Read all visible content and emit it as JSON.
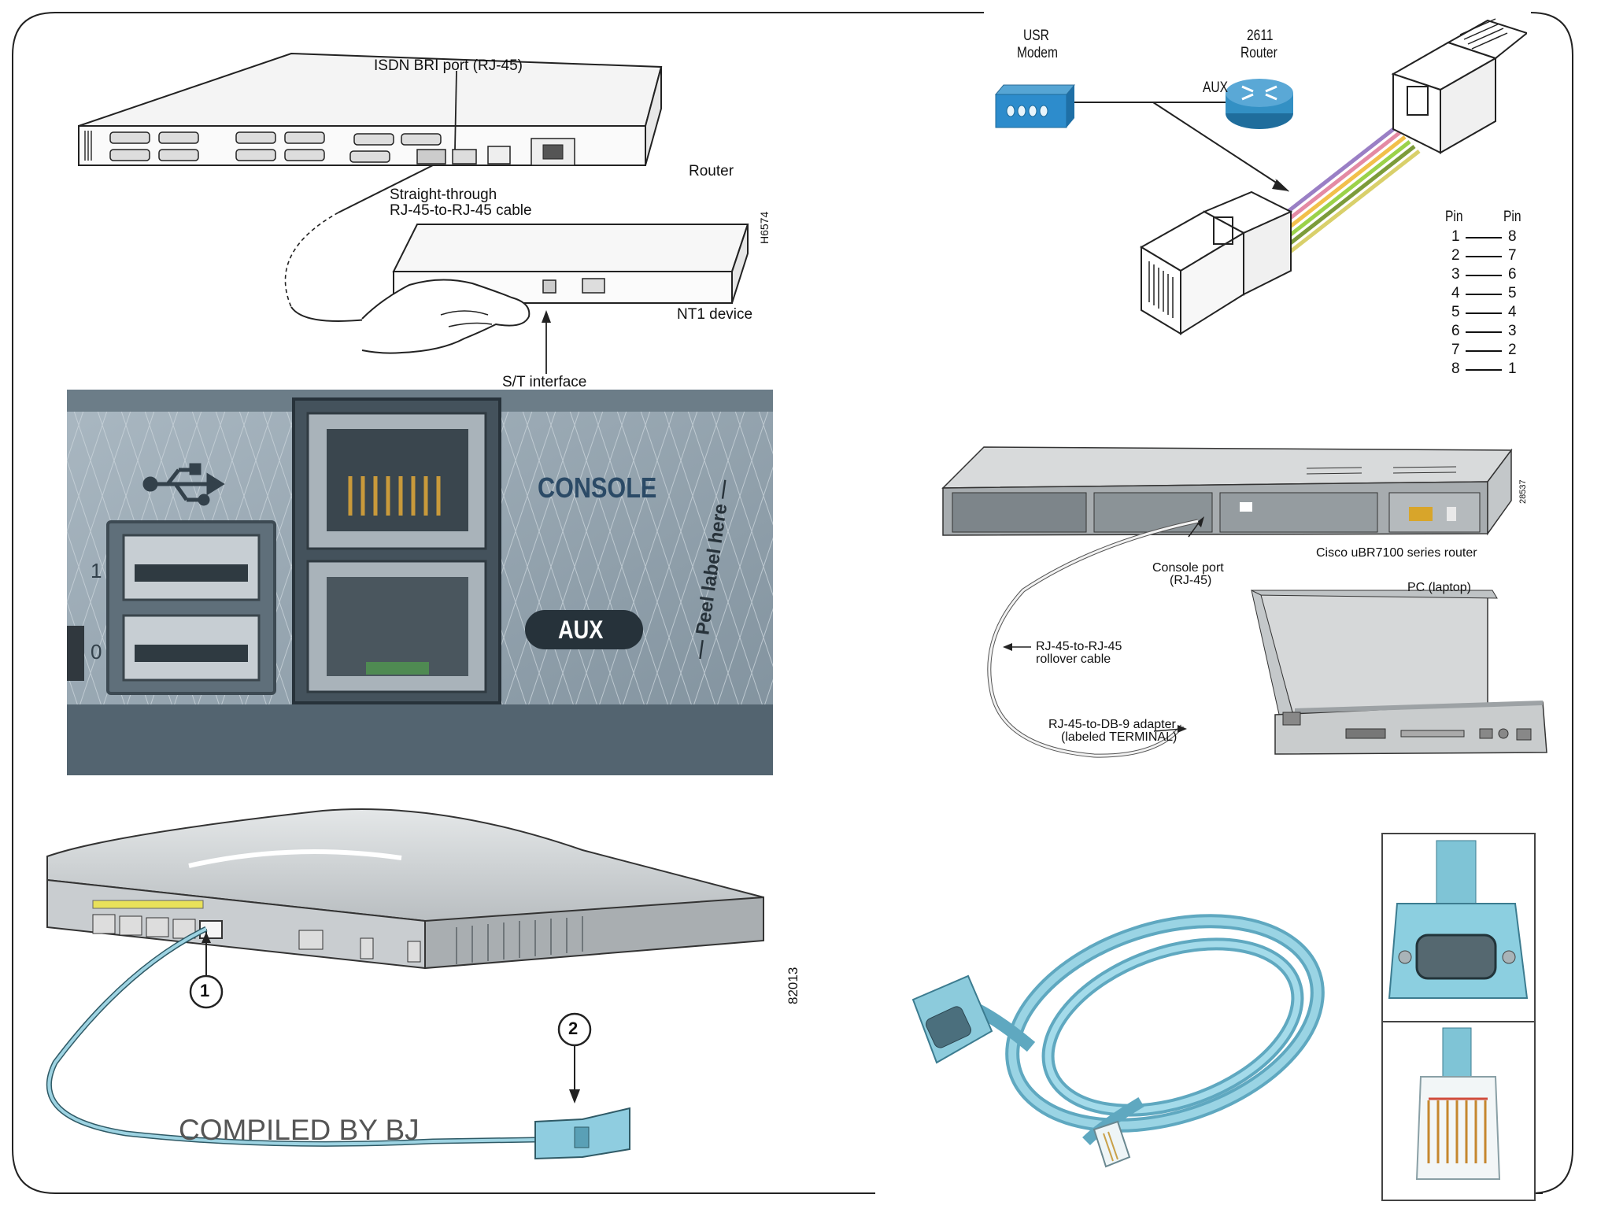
{
  "slide": {
    "footer_text": "COMPILED BY BJ"
  },
  "isdn_diagram": {
    "port_label": "ISDN BRI port (RJ-45)",
    "router_label": "Router",
    "cable_label_line1": "Straight-through",
    "cable_label_line2": "RJ-45-to-RJ-45 cable",
    "device_label": "NT1 device",
    "interface_label": "S/T interface",
    "figure_id": "H6574"
  },
  "aux_diagram": {
    "modem_label_line1": "USR",
    "modem_label_line2": "Modem",
    "router_label_line1": "2611",
    "router_label_line2": "Router",
    "aux_label": "AUX",
    "pin_header_left": "Pin",
    "pin_header_right": "Pin",
    "pin_mapping": [
      {
        "left": "1",
        "right": "8"
      },
      {
        "left": "2",
        "right": "7"
      },
      {
        "left": "3",
        "right": "6"
      },
      {
        "left": "4",
        "right": "5"
      },
      {
        "left": "5",
        "right": "4"
      },
      {
        "left": "6",
        "right": "3"
      },
      {
        "left": "7",
        "right": "2"
      },
      {
        "left": "8",
        "right": "1"
      }
    ]
  },
  "port_photo": {
    "console_label": "CONSOLE",
    "aux_label": "AUX",
    "peel_label": "— Peel label here —",
    "usb_port_1": "1",
    "usb_port_0": "0"
  },
  "console_diagram": {
    "router_label": "Cisco uBR7100 series router",
    "port_label_line1": "Console port",
    "port_label_line2": "(RJ-45)",
    "pc_label": "PC (laptop)",
    "cable_label_line1": "RJ-45-to-RJ-45",
    "cable_label_line2": "rollover cable",
    "adapter_label_line1": "RJ-45-to-DB-9 adapter",
    "adapter_label_line2": "(labeled TERMINAL)",
    "figure_id": "28537"
  },
  "small_router_diagram": {
    "callout_1": "1",
    "callout_2": "2",
    "figure_id": "82013"
  },
  "colors": {
    "cable_blue": "#7fc4d6",
    "console_text": "#2b4a66",
    "photo_bg": "#8e9ea9"
  }
}
